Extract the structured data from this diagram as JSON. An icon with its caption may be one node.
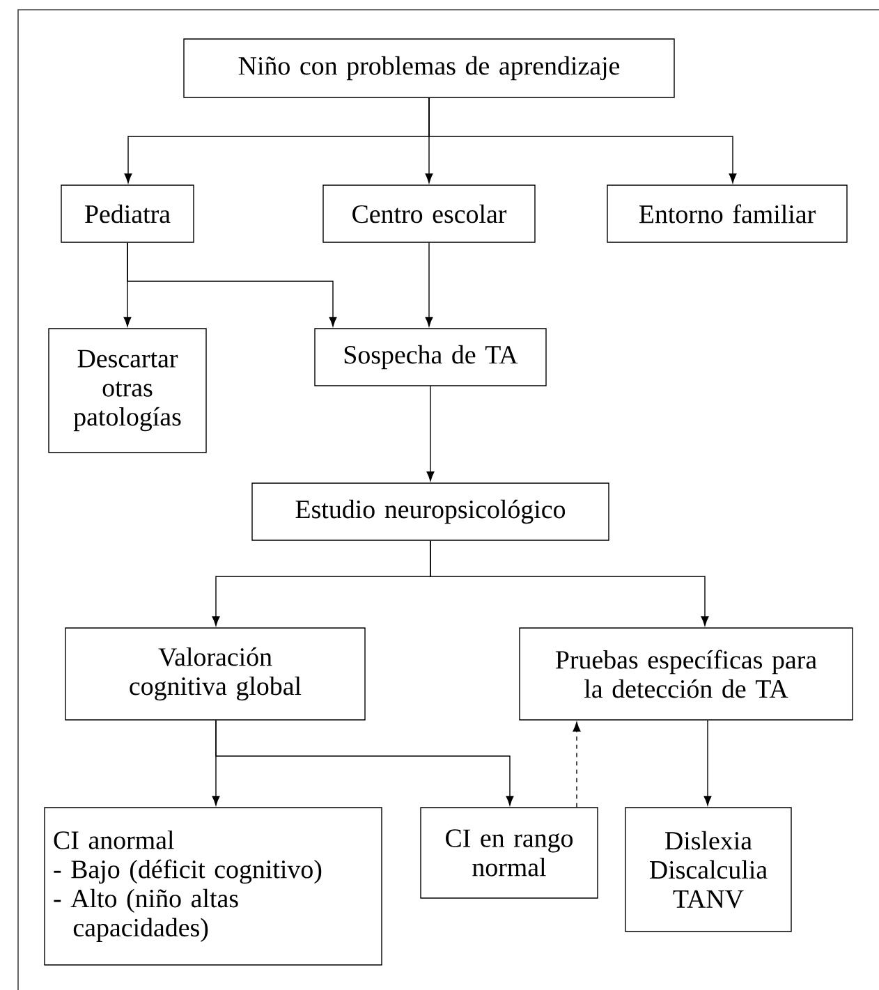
{
  "diagram": {
    "nodes": [
      {
        "text": [
          "Niño con problemas de aprendizaje"
        ]
      },
      {
        "text": [
          "Pediatra"
        ]
      },
      {
        "text": [
          "Centro escolar"
        ]
      },
      {
        "text": [
          "Entorno familiar"
        ]
      },
      {
        "text": [
          "Descartar otras patologías"
        ]
      },
      {
        "text": [
          "Sospecha de TA"
        ]
      },
      {
        "text": [
          "Estudio neuropsicológico"
        ]
      },
      {
        "text": [
          "Valoración cognitiva global"
        ]
      },
      {
        "text": [
          "Pruebas específicas para la detección de TA"
        ]
      },
      {
        "text": [
          "CI anormal",
          "- Bajo (déficit cognitivo)",
          "- Alto (niño altas capacidades)"
        ]
      },
      {
        "text": [
          "CI en rango normal"
        ]
      },
      {
        "text": [
          "Dislexia",
          "Discalculia",
          "TANV"
        ]
      }
    ],
    "edges": [
      {
        "from": 0,
        "to": 1,
        "arrow": "to"
      },
      {
        "from": 0,
        "to": 2,
        "arrow": "to"
      },
      {
        "from": 0,
        "to": 3,
        "arrow": "to"
      },
      {
        "from": 1,
        "to": 4,
        "arrow": "to"
      },
      {
        "from": 1,
        "to": 5,
        "arrow": "to"
      },
      {
        "from": 2,
        "to": 5,
        "arrow": "to"
      },
      {
        "from": 5,
        "to": 6,
        "arrow": "to"
      },
      {
        "from": 6,
        "to": 7,
        "arrow": "to"
      },
      {
        "from": 6,
        "to": 8,
        "arrow": "to"
      },
      {
        "from": 7,
        "to": 9,
        "arrow": "to"
      },
      {
        "from": 7,
        "to": 10,
        "arrow": "to"
      },
      {
        "from": 10,
        "to": 8,
        "arrow": "to",
        "style": "dashed"
      },
      {
        "from": 8,
        "to": 11,
        "arrow": "to"
      }
    ]
  }
}
